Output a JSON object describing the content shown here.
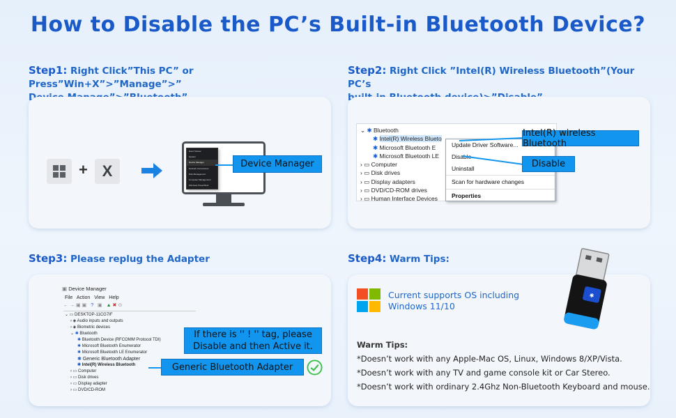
{
  "title": "How to Disable  the PC’s Built-in Bluetooth Device?",
  "step1": {
    "num": "Step1:",
    "text_line1": "Right Click”This PC” or Press”Win+X”>”Manage”>”",
    "text_line2": "Device Manage”>”Bluetooth”",
    "plus": "+",
    "x_key": "X",
    "callout": "Device Manager",
    "menu_items": [
      "Event Viewer",
      "System",
      "Device Manager",
      "Network Connections",
      "Disk Management",
      "Computer Management",
      "Windows PowerShell"
    ]
  },
  "step2": {
    "num": "Step2:",
    "text_line1": "Right Click ”Intel(R) Wireless Bluetooth”(Your PC’s",
    "text_line2": "built-in Bluetooth device)>”Disable”",
    "tree": [
      "Bluetooth",
      "Intel(R) Wireless Blueto",
      "Microsoft Bluetooth E",
      "Microsoft Bluetooth LE",
      "Computer",
      "Disk drives",
      "Display adapters",
      "DVD/CD-ROM drives",
      "Human Interface Devices"
    ],
    "context_menu": [
      "Update Driver Software...",
      "Disable",
      "Uninstall",
      "Scan for hardware changes",
      "Properties"
    ],
    "callout_device": "Intel(R) wireless Bluetooth",
    "callout_disable": "Disable"
  },
  "step3": {
    "num": "Step3:",
    "text": "Please replug the Adapter",
    "window_title": "Device Manager",
    "menubar": [
      "File",
      "Action",
      "View",
      "Help"
    ],
    "tree": [
      "DESKTOP-11CG7IF",
      "Audio inputs and outputs",
      "Biometric devices",
      "Bluetooth",
      "Bluetooth Device (RFCOMM Protocol TDI)",
      "Microsoft Bluetooth Enumerator",
      "Microsoft Bluetooth LE Enumerator",
      "Generic Bluetooth Adapter",
      "Intel(R) Wireless Bluetooth",
      "Computer",
      "Disk drives",
      "Display adapter",
      "DVD/CD-ROM"
    ],
    "callout_tag_line1": "If there is '' ! '' tag, please",
    "callout_tag_line2": "Disable and then Active it.",
    "callout_adapter": "Generic Bluetooth Adapter"
  },
  "step4": {
    "num": "Step4:",
    "text": "Warm Tips:",
    "os_line1": "Current supports OS including",
    "os_line2": "Windows 11/10",
    "tips_title": "Warm Tips:",
    "tips": [
      "*Doesn’t work with any Apple-Mac OS, Linux, Windows 8/XP/Vista.",
      "*Doesn’t work with any TV and game console kit or Car Stereo.",
      "*Doesn’t work with ordinary 2.4Ghz Non-Bluetooth Keyboard and mouse."
    ]
  },
  "colors": {
    "heading": "#1a59c8",
    "step_text": "#1f66c7",
    "callout": "#1195ee",
    "card": "#f3f7fc",
    "windows_red": "#f25022",
    "windows_green": "#7fba00",
    "windows_blue": "#00a4ef",
    "windows_yellow": "#ffb900"
  },
  "icons": [
    "windows-logo-icon",
    "x-key-icon",
    "arrow-right-icon",
    "monitor-icon",
    "bluetooth-icon",
    "check-circle-icon",
    "usb-adapter-icon"
  ]
}
